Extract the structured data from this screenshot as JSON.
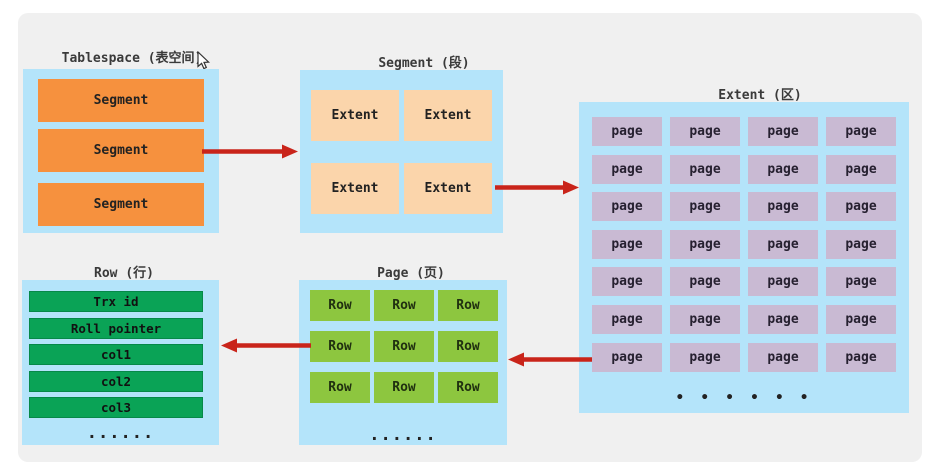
{
  "panel": {
    "background": "#f0f0f0"
  },
  "colors": {
    "container_blue": "#b4e4fa",
    "segment_orange": "#f6913e",
    "extent_peach": "#fbd5ab",
    "page_purple": "#c9bad3",
    "row_dark_green": "#0aa356",
    "row_light_green": "#8dc63f",
    "arrow_red": "#c9241a"
  },
  "sections": {
    "tablespace": {
      "title": "Tablespace (表空间)",
      "items": [
        "Segment",
        "Segment",
        "Segment"
      ]
    },
    "segment": {
      "title": "Segment (段)",
      "items": [
        "Extent",
        "Extent",
        "Extent",
        "Extent"
      ]
    },
    "extent": {
      "title": "Extent (区)",
      "cell_label": "page",
      "rows": 7,
      "cols": 4,
      "ellipsis": "• • • • • •"
    },
    "page": {
      "title": "Page (页)",
      "cell_label": "Row",
      "rows": 3,
      "cols": 3,
      "ellipsis": "......"
    },
    "row": {
      "title": "Row (行)",
      "items": [
        "Trx id",
        "Roll pointer",
        "col1",
        "col2",
        "col3"
      ],
      "ellipsis": "......"
    }
  },
  "arrows": [
    {
      "name": "tablespace-to-segment",
      "direction": "right"
    },
    {
      "name": "segment-to-extent",
      "direction": "right"
    },
    {
      "name": "extent-to-page",
      "direction": "left"
    },
    {
      "name": "page-to-row",
      "direction": "left"
    }
  ]
}
